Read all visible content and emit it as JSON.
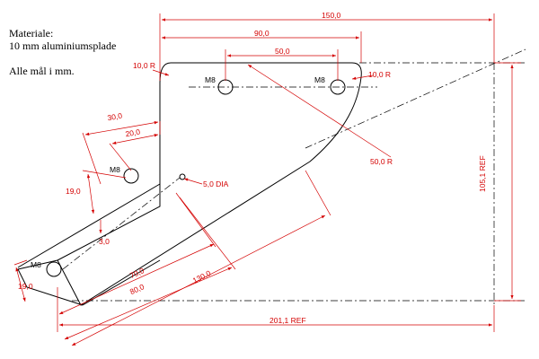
{
  "notes": {
    "material_heading": "Materiale:",
    "material": "10 mm aluminiumsplade",
    "units": "Alle mål i mm."
  },
  "colors": {
    "part": "#000000",
    "dimension": "#d40000",
    "centerline": "#000000"
  },
  "dimensions": {
    "overall_width": "150,0",
    "top_span": "90,0",
    "hole_spacing_top": "50,0",
    "corner_radius_left": "10,0 R",
    "corner_radius_right": "10,0 R",
    "arc_radius": "50,0 R",
    "height_ref": "105,1 REF",
    "bottom_ref": "201,1 REF",
    "arm_width_30": "30,0",
    "arm_20": "20,0",
    "arm_19_upper": "19,0",
    "small_hole": "5,0 DIA",
    "offset_3": "3,0",
    "arm_19_lower": "19,0",
    "len_70": "70,0",
    "len_80": "80,0",
    "len_130": "130,0"
  },
  "holes": {
    "top_left": "M8",
    "top_right": "M8",
    "arm_mid": "M8",
    "arm_end": "M8"
  }
}
